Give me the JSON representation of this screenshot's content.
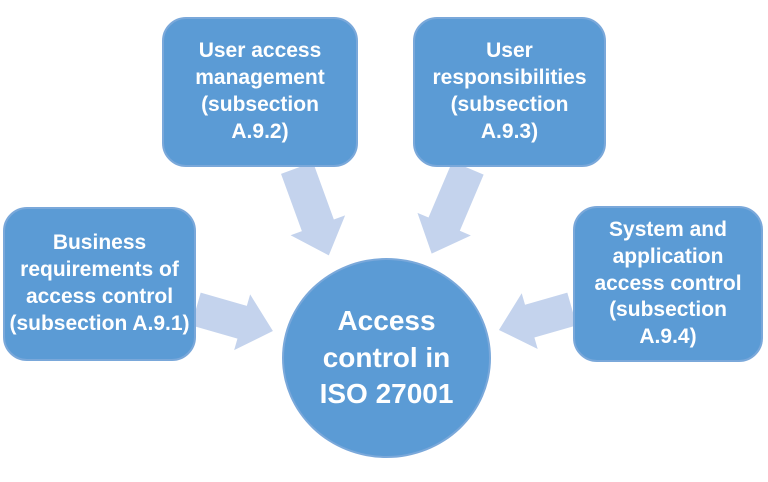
{
  "colors": {
    "background": "#ffffff",
    "node_fill": "#5b9bd5",
    "node_border": "#7aa8da",
    "arrow_fill": "#c4d3ed",
    "text_color": "#ffffff"
  },
  "diagram": {
    "center": {
      "id": "center",
      "label": "Access\ncontrol in\nISO 27001"
    },
    "nodes": [
      {
        "id": "A.9.1",
        "label": "Business\nrequirements of\naccess control\n(subsection A.9.1)"
      },
      {
        "id": "A.9.2",
        "label": "User access\nmanagement\n(subsection\nA.9.2)"
      },
      {
        "id": "A.9.3",
        "label": "User\nresponsibilities\n(subsection\nA.9.3)"
      },
      {
        "id": "A.9.4",
        "label": "System and\napplication\naccess control\n(subsection\nA.9.4)"
      }
    ],
    "connections": [
      {
        "from": "A.9.1",
        "to": "center"
      },
      {
        "from": "A.9.2",
        "to": "center"
      },
      {
        "from": "A.9.3",
        "to": "center"
      },
      {
        "from": "A.9.4",
        "to": "center"
      }
    ]
  }
}
